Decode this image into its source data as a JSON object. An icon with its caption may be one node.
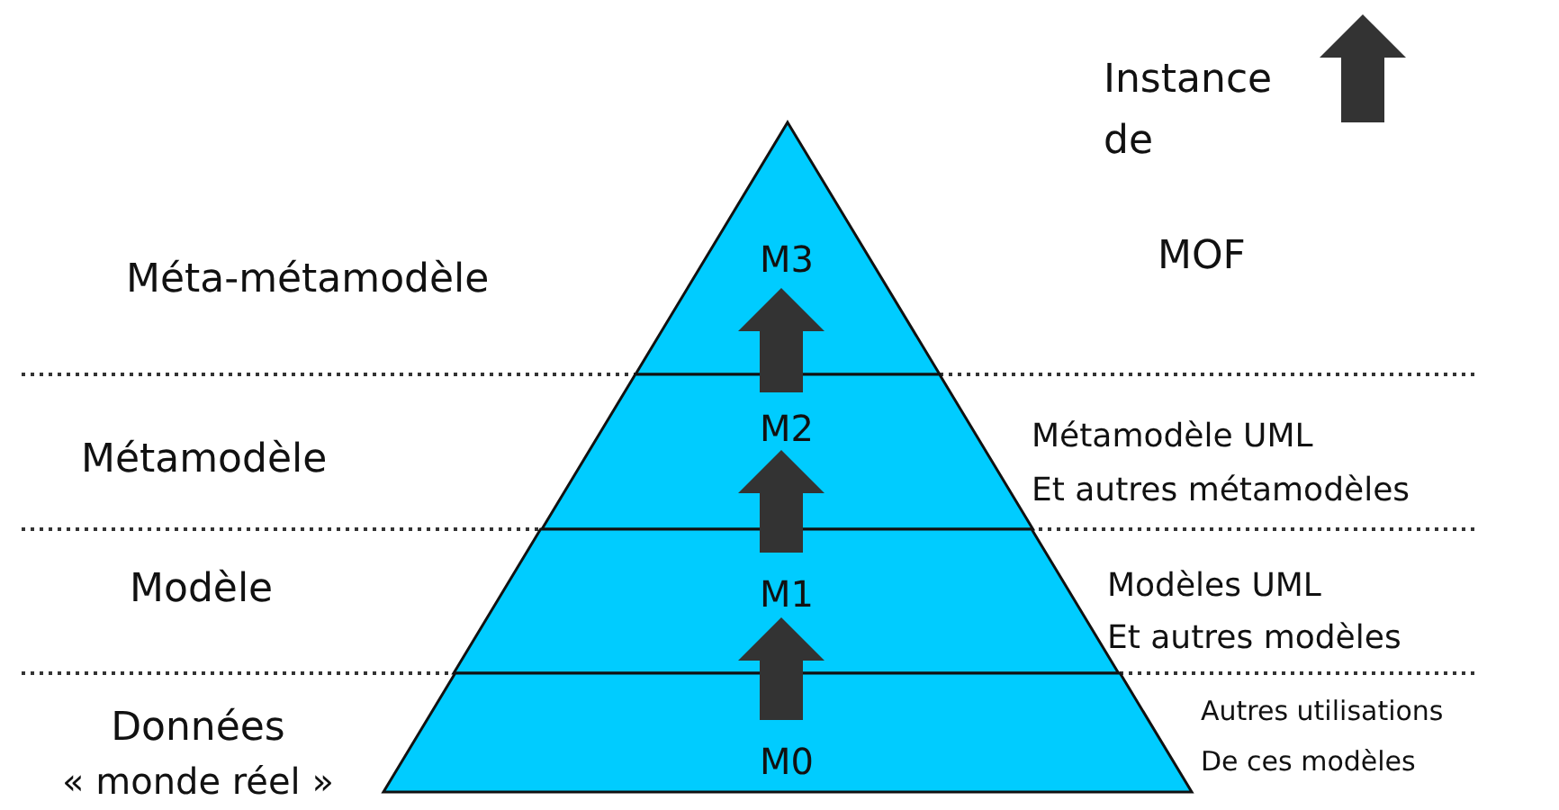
{
  "diagram": {
    "nodes": [
      {
        "text": [
          "M3"
        ]
      },
      {
        "text": [
          "M2"
        ]
      },
      {
        "text": [
          "M1"
        ]
      },
      {
        "text": [
          "M0"
        ]
      }
    ],
    "edges": [
      {
        "from": 1,
        "to": 0,
        "arrow": "to"
      },
      {
        "from": 2,
        "to": 1,
        "arrow": "to"
      },
      {
        "from": 3,
        "to": 2,
        "arrow": "to"
      }
    ],
    "labels": [
      "Méta-métamodèle",
      "MOF",
      "Métamodèle",
      "Métamodèle UML",
      "Et autres métamodèles",
      "Modèle",
      "Modèles UML",
      "Et autres modèles",
      "Données",
      "« monde réel »",
      "Autres utilisations",
      "De ces modèles"
    ],
    "legend": [
      {
        "text": "Instance de"
      }
    ]
  }
}
